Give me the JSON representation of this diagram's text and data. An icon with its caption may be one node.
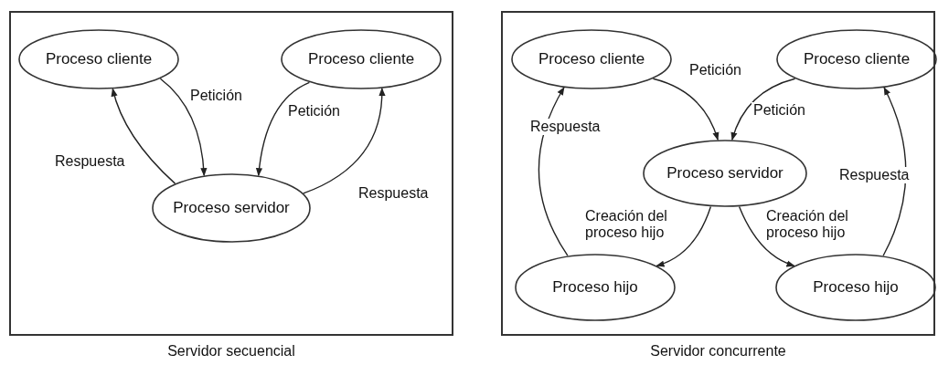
{
  "diagram": {
    "nodes": [
      {
        "text": [
          "Servidor secuencial"
        ]
      },
      {
        "text": [
          "Proceso cliente"
        ],
        "in": 0
      },
      {
        "text": [
          "Proceso cliente"
        ],
        "in": 0
      },
      {
        "text": [
          "Proceso servidor"
        ],
        "in": 0
      },
      {
        "text": [
          "Servidor concurrente"
        ]
      },
      {
        "text": [
          "Proceso cliente"
        ],
        "in": 4
      },
      {
        "text": [
          "Proceso cliente"
        ],
        "in": 4
      },
      {
        "text": [
          "Proceso servidor"
        ],
        "in": 4
      },
      {
        "text": [
          "Proceso hijo"
        ],
        "in": 4
      },
      {
        "text": [
          "Proceso hijo"
        ],
        "in": 4
      }
    ],
    "edges": [
      {
        "from": 1,
        "to": 3,
        "arrow": "to",
        "label": "Petición"
      },
      {
        "from": 3,
        "to": 1,
        "arrow": "to",
        "label": "Respuesta"
      },
      {
        "from": 2,
        "to": 3,
        "arrow": "to",
        "label": "Petición"
      },
      {
        "from": 3,
        "to": 2,
        "arrow": "to",
        "label": "Respuesta"
      },
      {
        "from": 5,
        "to": 7,
        "arrow": "to",
        "label": "Petición"
      },
      {
        "from": 6,
        "to": 7,
        "arrow": "to",
        "label": "Petición"
      },
      {
        "from": 7,
        "to": 8,
        "arrow": "to",
        "label": "Creación del proceso hijo"
      },
      {
        "from": 7,
        "to": 9,
        "arrow": "to",
        "label": "Creación del proceso hijo"
      },
      {
        "from": 8,
        "to": 5,
        "arrow": "to",
        "label": "Respuesta"
      },
      {
        "from": 9,
        "to": 6,
        "arrow": "to",
        "label": "Respuesta"
      }
    ]
  }
}
